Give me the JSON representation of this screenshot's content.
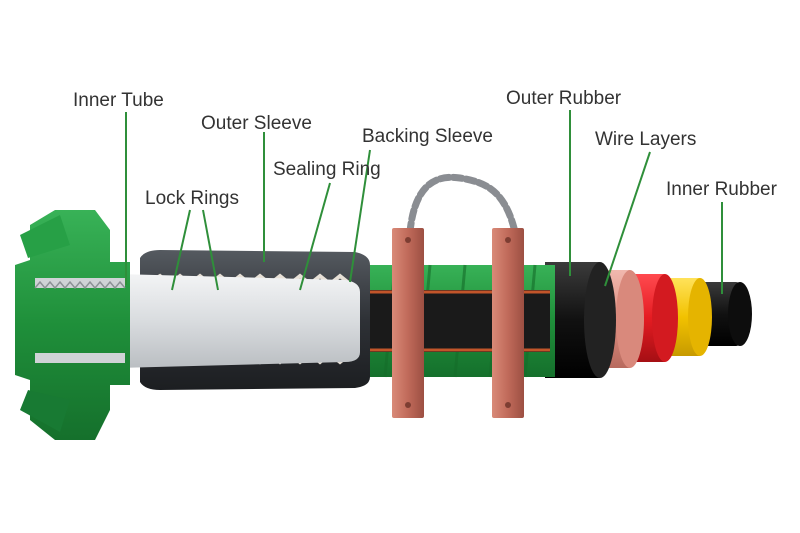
{
  "labels": {
    "inner_tube": "Inner Tube",
    "outer_sleeve": "Outer Sleeve",
    "backing_sleeve": "Backing Sleeve",
    "sealing_ring": "Sealing Ring",
    "lock_rings": "Lock Rings",
    "outer_rubber": "Outer Rubber",
    "wire_layers": "Wire Layers",
    "inner_rubber": "Inner Rubber"
  },
  "colors": {
    "union_green": "#1f8f3a",
    "sleeve_dark": "#3a3d42",
    "tube_light": "#e6e8ea",
    "clamp": "#c06a5a",
    "chain": "#8a8d92",
    "wire_pink": "#e59b8e",
    "red": "#e51c22",
    "yellow": "#f2c200",
    "inner_black": "#1a1a1a",
    "leader": "#2f8f3a"
  }
}
